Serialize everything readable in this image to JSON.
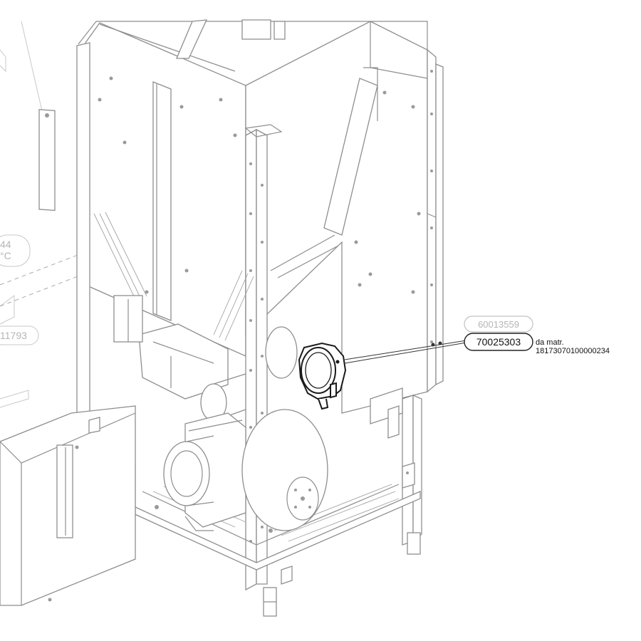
{
  "callouts": {
    "ref_60013559": "60013559",
    "ref_70025303": "70025303",
    "note_line1": "da matr.",
    "note_line2": "18173070100000234",
    "side_44": "44",
    "side_c": "°C",
    "side_11793": "11793"
  },
  "colors": {
    "line": "#8e8e8e",
    "faint": "#b5b5b5",
    "highlight": "#1a1a1a"
  }
}
